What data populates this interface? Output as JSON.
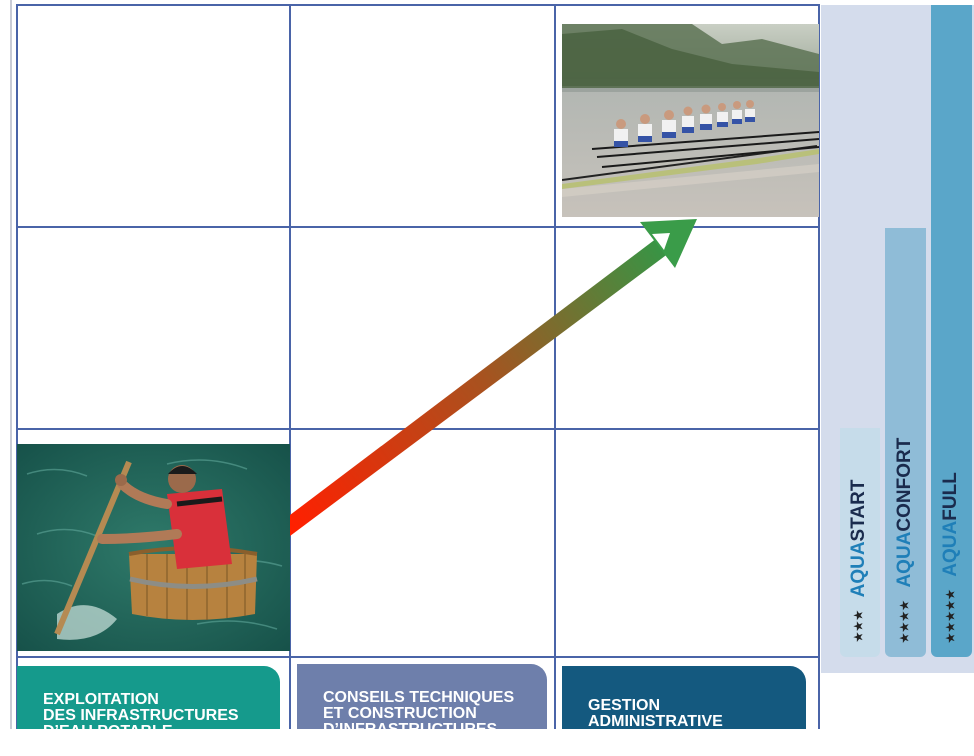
{
  "columns": [
    {
      "label": "EXPLOITATION\nDES INFRASTRUCTURES\nD’EAU POTABLE",
      "color": "#159a8c"
    },
    {
      "label": "CONSEILS TECHNIQUES\nET CONSTRUCTION\nD’INFRASTRUCTURES",
      "color": "#6e7fab"
    },
    {
      "label": "GESTION\nADMINISTRATIVE",
      "color": "#14597f"
    }
  ],
  "offers": [
    {
      "prefix": "AQUA",
      "suffix": "START",
      "stars": "★★★",
      "color": "#c6dcea"
    },
    {
      "prefix": "AQUA",
      "suffix": "CONFORT",
      "stars": "★★★★",
      "color": "#8fbcd7"
    },
    {
      "prefix": "AQUA",
      "suffix": "FULL",
      "stars": "★★★★★",
      "color": "#5aa6c9"
    }
  ],
  "images": {
    "tub": "tub-paddler-photo",
    "rowing": "rowing-crew-photo"
  },
  "arrow": {
    "start_color": "#ff2000",
    "end_color": "#2e9a48"
  }
}
